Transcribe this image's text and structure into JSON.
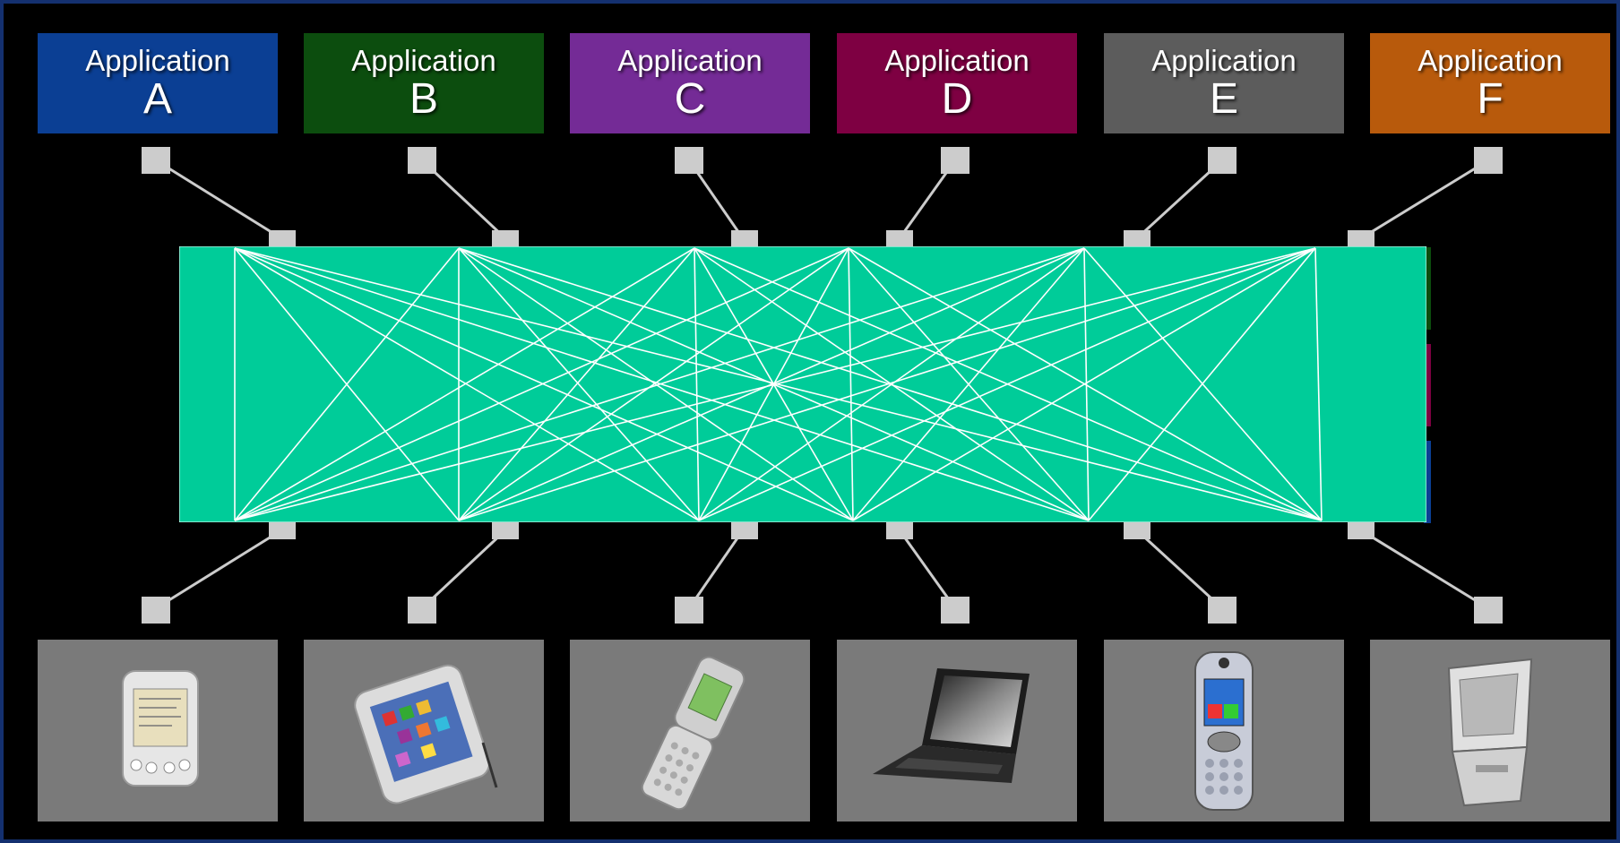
{
  "applications": [
    {
      "word": "Application",
      "letter": "A",
      "color": "#0b3f94"
    },
    {
      "word": "Application",
      "letter": "B",
      "color": "#0c4d0e"
    },
    {
      "word": "Application",
      "letter": "C",
      "color": "#742b96"
    },
    {
      "word": "Application",
      "letter": "D",
      "color": "#7e0042"
    },
    {
      "word": "Application",
      "letter": "E",
      "color": "#5c5c5c"
    },
    {
      "word": "Application",
      "letter": "F",
      "color": "#b85a0c"
    }
  ],
  "devices": [
    {
      "icon": "pda-icon"
    },
    {
      "icon": "tablet-pda-icon"
    },
    {
      "icon": "flip-phone-icon"
    },
    {
      "icon": "laptop-icon"
    },
    {
      "icon": "smartphone-icon"
    },
    {
      "icon": "kiosk-icon"
    }
  ],
  "colors": {
    "background": "#000000",
    "mesh_fill": "#00cc99",
    "mesh_lines": "#ffffff",
    "connector": "#cccccc",
    "device_panel": "#7a7a7a",
    "border": "#14306f"
  }
}
